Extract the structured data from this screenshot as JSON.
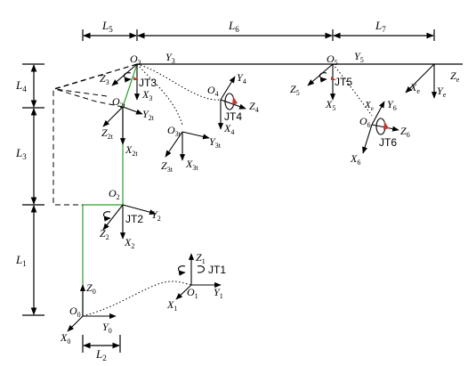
{
  "dimensions": [
    "L",
    "L",
    "L",
    "L",
    "L",
    "L",
    "L"
  ],
  "dimension_subs": [
    "5",
    "6",
    "7",
    "4",
    "3",
    "1",
    "2"
  ],
  "joints": [
    "JT3",
    "JT5",
    "JT4",
    "JT6",
    "JT2",
    "JT1"
  ],
  "frames": [
    {
      "base": "O",
      "sub": "3"
    },
    {
      "base": "Y",
      "sub": "3"
    },
    {
      "base": "O",
      "sub": "5"
    },
    {
      "base": "Y",
      "sub": "5"
    },
    {
      "base": "Z",
      "sub": "e"
    },
    {
      "base": "Z",
      "sub": "3"
    },
    {
      "base": "X",
      "sub": "3"
    },
    {
      "base": "O",
      "sub": "2t"
    },
    {
      "base": "Y",
      "sub": "2t"
    },
    {
      "base": "Z",
      "sub": "2t"
    },
    {
      "base": "X",
      "sub": "2t"
    },
    {
      "base": "O",
      "sub": "4"
    },
    {
      "base": "Y",
      "sub": "4"
    },
    {
      "base": "Z",
      "sub": "4"
    },
    {
      "base": "X",
      "sub": "4"
    },
    {
      "base": "O",
      "sub": "3t"
    },
    {
      "base": "Y",
      "sub": "3t"
    },
    {
      "base": "Z",
      "sub": "3t"
    },
    {
      "base": "X",
      "sub": "3t"
    },
    {
      "base": "Z",
      "sub": "5"
    },
    {
      "base": "X",
      "sub": "5"
    },
    {
      "base": "X",
      "sub": "e"
    },
    {
      "base": "Y",
      "sub": "e"
    },
    {
      "base": "Y",
      "sub": "6"
    },
    {
      "base": "O",
      "sub": "6"
    },
    {
      "base": "Z",
      "sub": "6"
    },
    {
      "base": "X",
      "sub": "6"
    },
    {
      "base": "O",
      "sub": "2"
    },
    {
      "base": "Y",
      "sub": "2"
    },
    {
      "base": "Z",
      "sub": "2"
    },
    {
      "base": "X",
      "sub": "2"
    },
    {
      "base": "Z",
      "sub": "1"
    },
    {
      "base": "O",
      "sub": "1"
    },
    {
      "base": "Y",
      "sub": "1"
    },
    {
      "base": "X",
      "sub": "1"
    },
    {
      "base": "Z",
      "sub": "0"
    },
    {
      "base": "O",
      "sub": "0"
    },
    {
      "base": "Y",
      "sub": "0"
    },
    {
      "base": "X",
      "sub": "0"
    },
    {
      "base": "X",
      "sub": "e"
    }
  ],
  "colors": {
    "link": "#2aa02a",
    "joint_marker": "#c0392b",
    "ink": "#000000"
  }
}
